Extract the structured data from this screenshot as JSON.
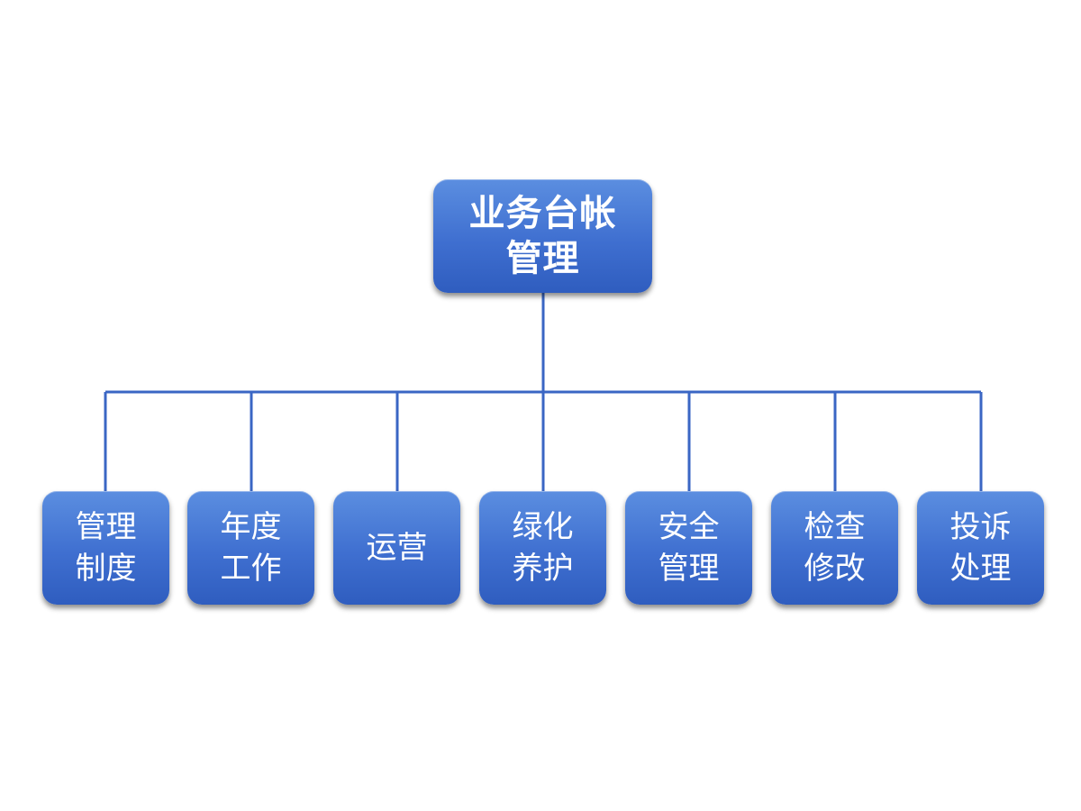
{
  "diagram": {
    "root": {
      "lines": [
        "业务台帐",
        "管理"
      ]
    },
    "children": [
      {
        "lines": [
          "管理",
          "制度"
        ]
      },
      {
        "lines": [
          "年度",
          "工作"
        ]
      },
      {
        "lines": [
          "运营"
        ]
      },
      {
        "lines": [
          "绿化",
          "养护"
        ]
      },
      {
        "lines": [
          "安全",
          "管理"
        ]
      },
      {
        "lines": [
          "检查",
          "修改"
        ]
      },
      {
        "lines": [
          "投诉",
          "处理"
        ]
      }
    ],
    "colors": {
      "box_fill": "#3f6fd0",
      "connector": "#3a66c4",
      "text": "#ffffff"
    }
  }
}
